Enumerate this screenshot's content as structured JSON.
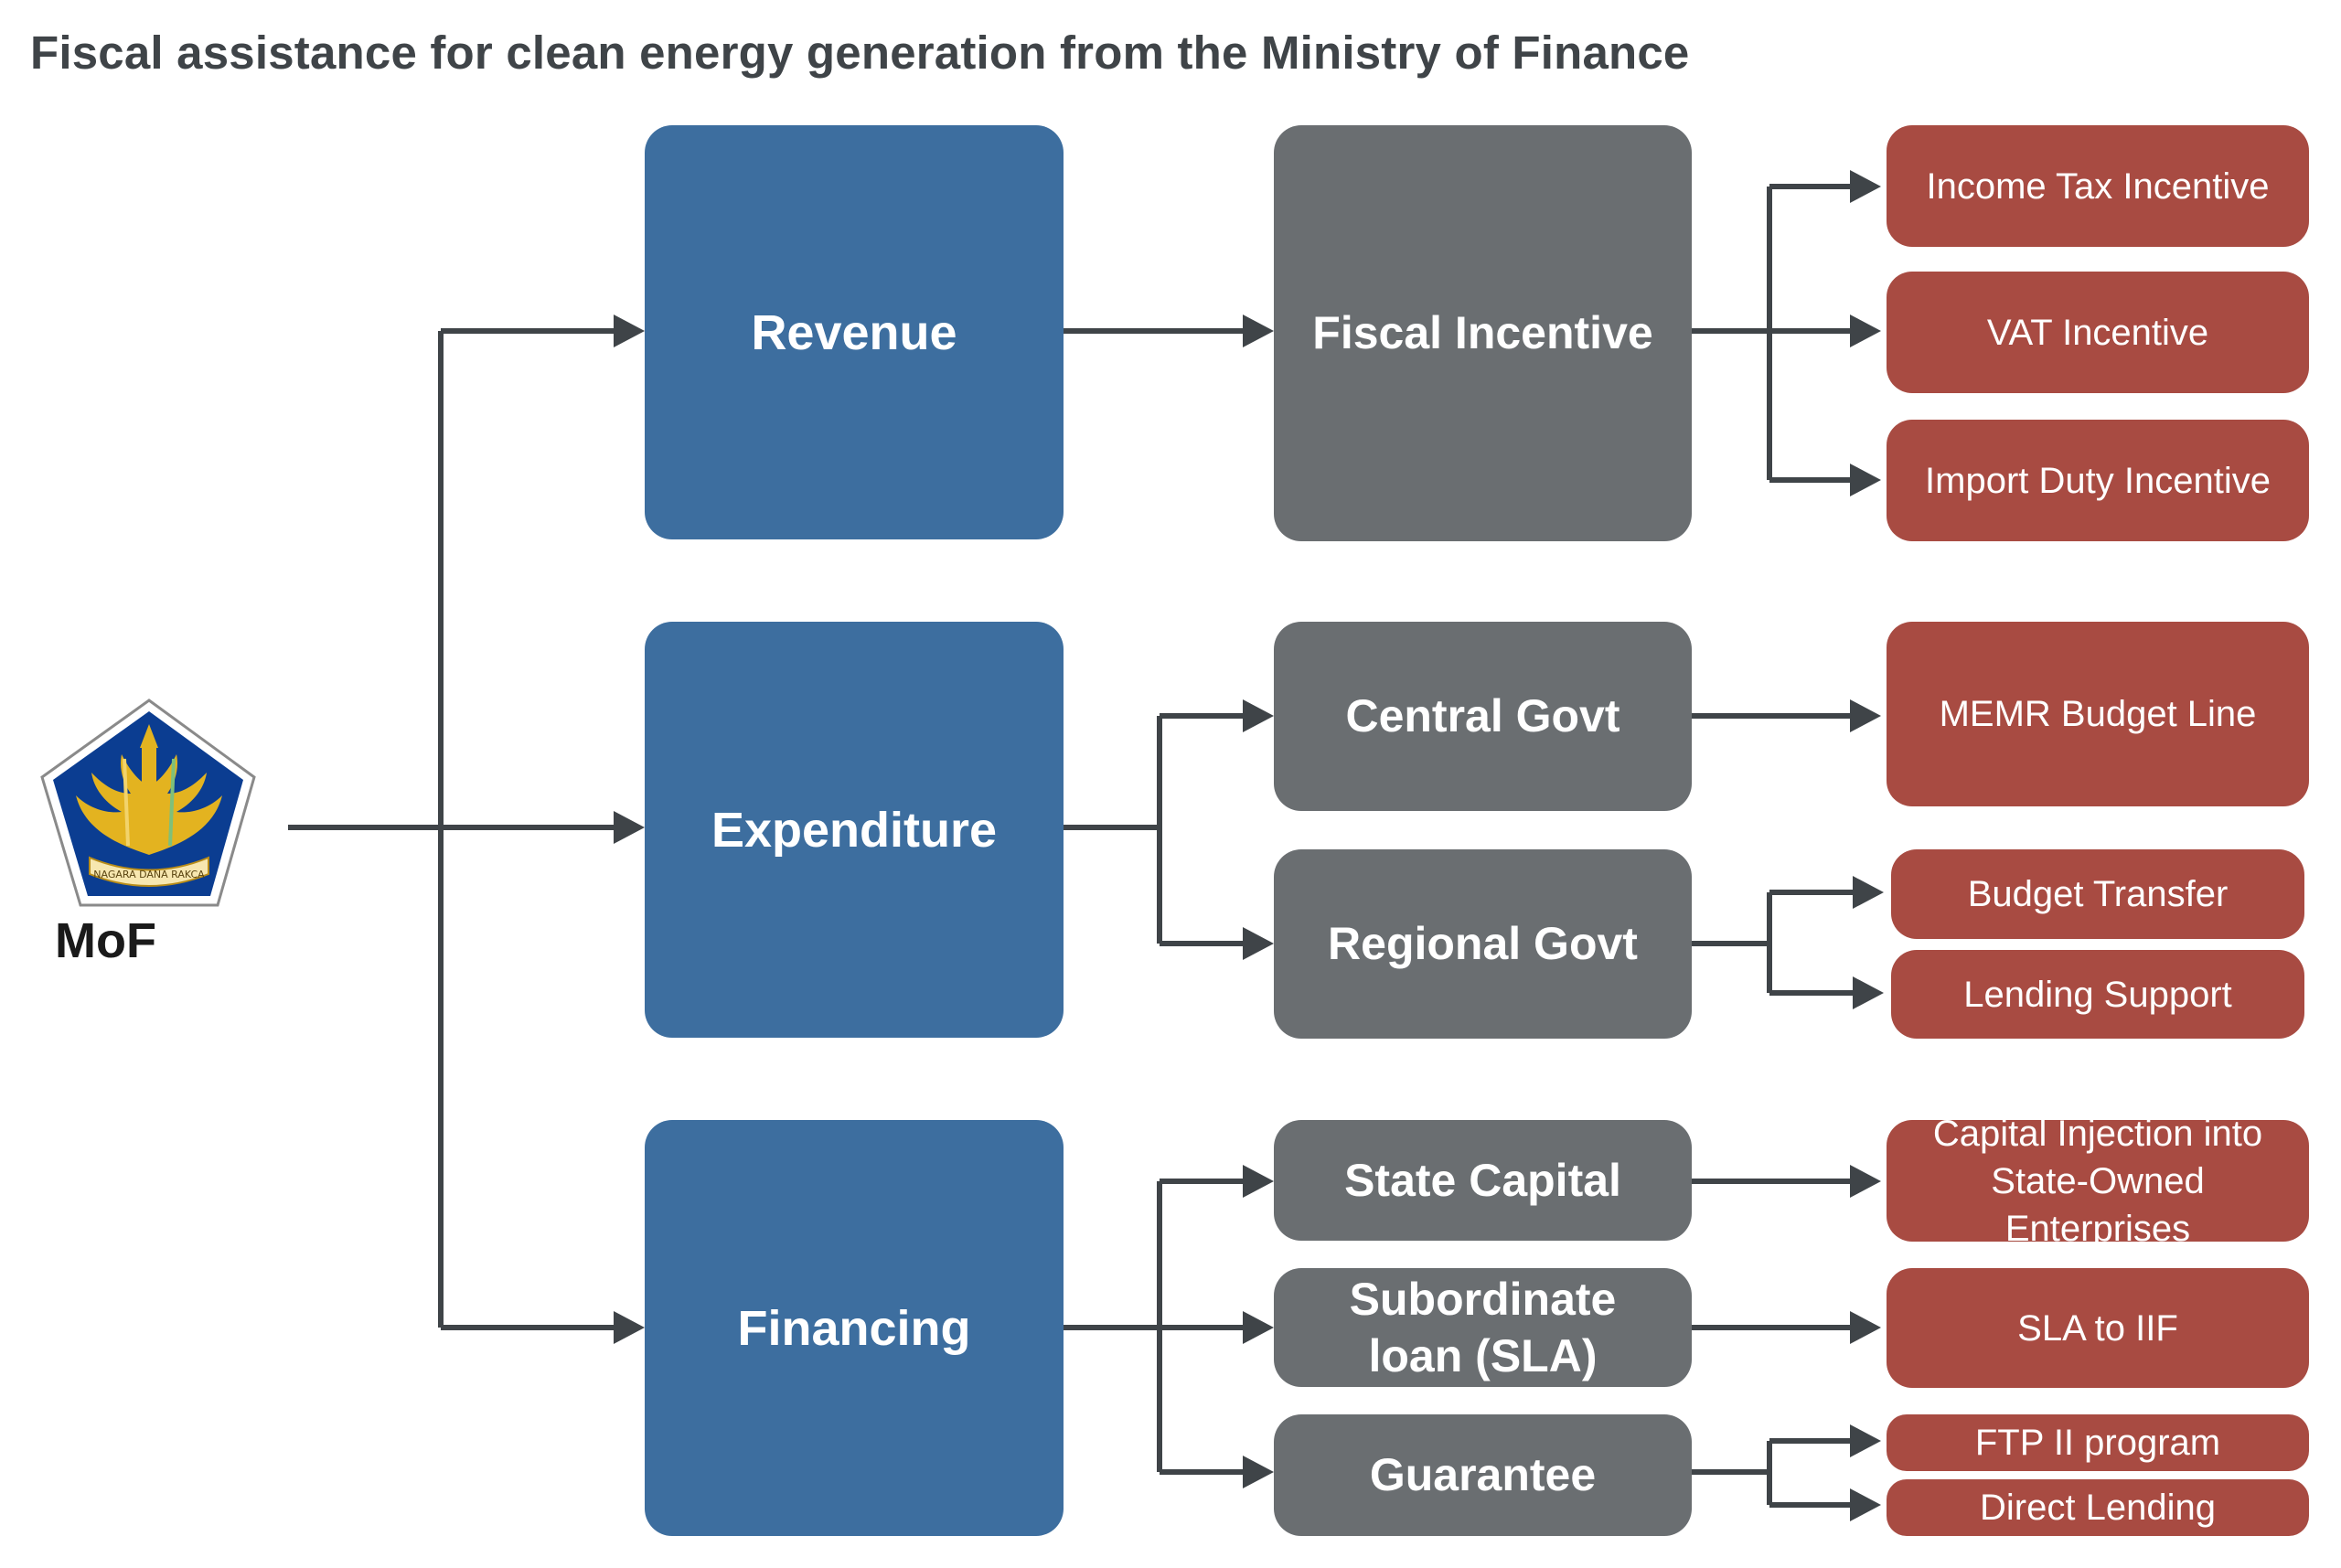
{
  "title": "Fiscal assistance for clean energy generation from the Ministry of Finance",
  "root": {
    "label": "MoF",
    "logo_text": "NAGARA DANA RAKCA"
  },
  "categories": {
    "revenue": "Revenue",
    "expenditure": "Expenditure",
    "financing": "Financing"
  },
  "instruments": {
    "fiscal_incentive": "Fiscal Incentive",
    "central_govt": "Central Govt",
    "regional_govt": "Regional Govt",
    "state_capital": "State Capital",
    "subordinate_loan": "Subordinate loan (SLA)",
    "guarantee": "Guarantee"
  },
  "outcomes": {
    "income_tax": "Income Tax Incentive",
    "vat": "VAT Incentive",
    "import_duty": "Import Duty Incentive",
    "memr_budget": "MEMR Budget Line",
    "budget_transfer": "Budget Transfer",
    "lending_support": "Lending Support",
    "capital_injection": "Capital Injection into State-Owned Enterprises",
    "sla_iif": "SLA to IIF",
    "ftp2": "FTP II program",
    "direct_lending": "Direct Lending"
  },
  "colors": {
    "category": "#3d6e9f",
    "instrument": "#6a6e71",
    "outcome": "#a84b42",
    "connector": "#3f4448"
  }
}
